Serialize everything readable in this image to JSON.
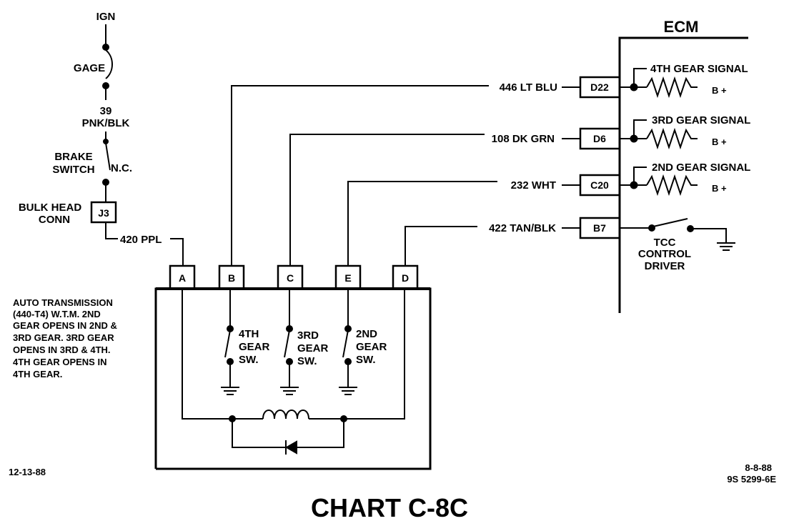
{
  "power": {
    "ign": "IGN",
    "gage": "GAGE",
    "wire_39_line1": "39",
    "wire_39_line2": "PNK/BLK",
    "brake_line1": "BRAKE",
    "brake_line2": "SWITCH",
    "brake_nc": "N.C.",
    "bulkhead_line1": "BULK HEAD",
    "bulkhead_line2": "CONN",
    "bulkhead_pin": "J3",
    "wire_420": "420 PPL"
  },
  "ecm": {
    "title": "ECM",
    "pins": [
      "D22",
      "D6",
      "C20",
      "B7"
    ],
    "wires": [
      "446 LT BLU",
      "108 DK GRN",
      "232 WHT",
      "422 TAN/BLK"
    ],
    "signals": [
      "4TH GEAR SIGNAL",
      "3RD GEAR SIGNAL",
      "2ND GEAR SIGNAL"
    ],
    "bplus": "B +",
    "tcc_line1": "TCC",
    "tcc_line2": "CONTROL",
    "tcc_line3": "DRIVER"
  },
  "transmission": {
    "connector_pins": [
      "A",
      "B",
      "C",
      "E",
      "D"
    ],
    "switches": [
      [
        "4TH",
        "GEAR",
        "SW."
      ],
      [
        "3RD",
        "GEAR",
        "SW."
      ],
      [
        "2ND",
        "GEAR",
        "SW."
      ]
    ],
    "note_lines": [
      "AUTO TRANSMISSION",
      "(440-T4) W.T.M. 2ND",
      "GEAR OPENS IN 2ND &",
      "3RD GEAR.  3RD GEAR",
      "OPENS IN 3RD & 4TH.",
      "4TH GEAR OPENS IN",
      "4TH GEAR."
    ]
  },
  "footer": {
    "date_left": "12-13-88",
    "date_right": "8-8-88",
    "doc_number": "9S 5299-6E",
    "chart_title": "CHART C-8C"
  }
}
